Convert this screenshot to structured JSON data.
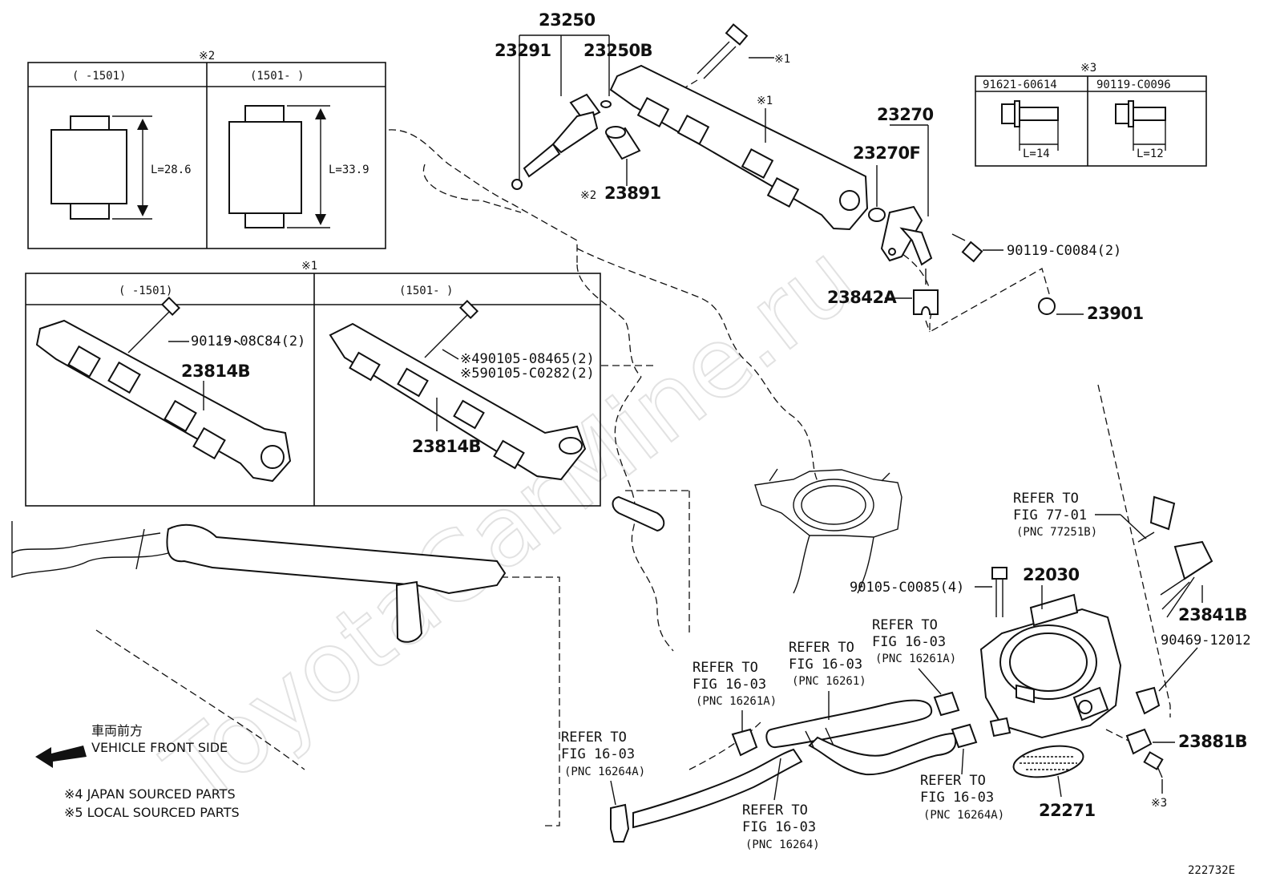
{
  "watermark": "ToyotaCarMine.ru",
  "diagram_id": "222732E",
  "legend": {
    "jp_direction": "車両前方",
    "direction": "VEHICLE FRONT SIDE",
    "note4": "※4 JAPAN SOURCED PARTS",
    "note5": "※5 LOCAL SOURCED PARTS"
  },
  "inset_note2": {
    "marker": "※2",
    "col_before": "(     -1501)",
    "col_after": "(1501-     )",
    "len_before": "L=28.6",
    "len_after": "L=33.9"
  },
  "inset_note1": {
    "marker": "※1",
    "col_before": "(     -1501)",
    "col_after": "(1501-     )",
    "bolt_before": "90119-08C84(2)",
    "part_before": "23814B",
    "bolt_after_4": "※490105-08465(2)",
    "bolt_after_5": "※590105-C0282(2)",
    "part_after": "23814B"
  },
  "inset_note3": {
    "marker": "※3",
    "col1": "91621-60614",
    "col2": "90119-C0096",
    "len1": "L=14",
    "len2": "L=12"
  },
  "parts": {
    "p23250": "23250",
    "p23291": "23291",
    "p23250B": "23250B",
    "p23891": "23891",
    "p23891_mark": "※2",
    "bolt_mark": "※1",
    "rail_mark": "※1",
    "p23270": "23270",
    "p23270F": "23270F",
    "p90119c0084": "90119-C0084(2)",
    "p23842A": "23842A",
    "p23901": "23901",
    "p22030": "22030",
    "p90105c0085": "90105-C0085(4)",
    "p23841B": "23841B",
    "p90469": "90469-12012",
    "p23881B": "23881B",
    "p22271": "22271",
    "mark3": "※3"
  },
  "refs": {
    "r77_1": "REFER TO",
    "r77_2": "FIG 77-01",
    "r77_3": "(PNC 77251B)",
    "r16261A_1": "REFER TO",
    "r16261A_2": "FIG 16-03",
    "r16261A_3": "(PNC 16261A)",
    "r16261_1": "REFER TO",
    "r16261_2": "FIG 16-03",
    "r16261_3": "(PNC 16261)",
    "r16261Ab_1": "REFER TO",
    "r16261Ab_2": "FIG 16-03",
    "r16261Ab_3": "(PNC 16261A)",
    "r16264A_1": "REFER TO",
    "r16264A_2": "FIG 16-03",
    "r16264A_3": "(PNC 16264A)",
    "r16264_1": "REFER TO",
    "r16264_2": "FIG 16-03",
    "r16264_3": "(PNC 16264)",
    "r16264Ab_1": "REFER TO",
    "r16264Ab_2": "FIG 16-03",
    "r16264Ab_3": "(PNC 16264A)"
  }
}
